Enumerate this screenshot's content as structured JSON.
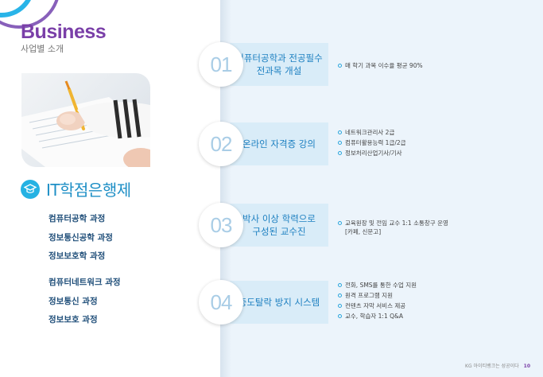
{
  "header": {
    "title": "Business",
    "subtitle": "사업별 소개"
  },
  "section": {
    "title": "IT학점은행제",
    "icon": "graduation-cap-icon"
  },
  "courses": [
    "컴퓨터공학 과정",
    "정보통신공학 과정",
    "정보보호학 과정",
    "컴퓨터네트워크 과정",
    "정보통신 과정",
    "정보보호 과정"
  ],
  "features": [
    {
      "number": "01",
      "title_lines": [
        "컴퓨터공학과 전공필수",
        "전과목 개설"
      ],
      "bullets": [
        "매 학기 과목 이수율 평균 90%"
      ]
    },
    {
      "number": "02",
      "title_lines": [
        "온라인 자격증 강의"
      ],
      "bullets": [
        "네트워크관리사 2급",
        "컴퓨터활용능력 1급/2급",
        "정보처리산업기사/기사"
      ]
    },
    {
      "number": "03",
      "title_lines": [
        "박사 이상 학력으로",
        "구성된 교수진"
      ],
      "bullets": [
        "교육원장 및 전임 교수 1:1 소통창구 운영 [카페, 신문고]"
      ]
    },
    {
      "number": "04",
      "title_lines": [
        "중도탈락 방지 시스템"
      ],
      "bullets": [
        "전화, SMS를 통한 수업 지원",
        "원격 프로그램 지원",
        "컨텐츠 자막 서비스 제공",
        "교수, 학습자 1:1 Q&A"
      ]
    }
  ],
  "footer": {
    "text": "KG 아이티뱅크는 성공이다",
    "page": "10"
  },
  "colors": {
    "purple": "#7a3fa8",
    "blue": "#1c7fc0",
    "light_blue_bg": "#ecf4fb",
    "banner": "#d9ecf8"
  }
}
